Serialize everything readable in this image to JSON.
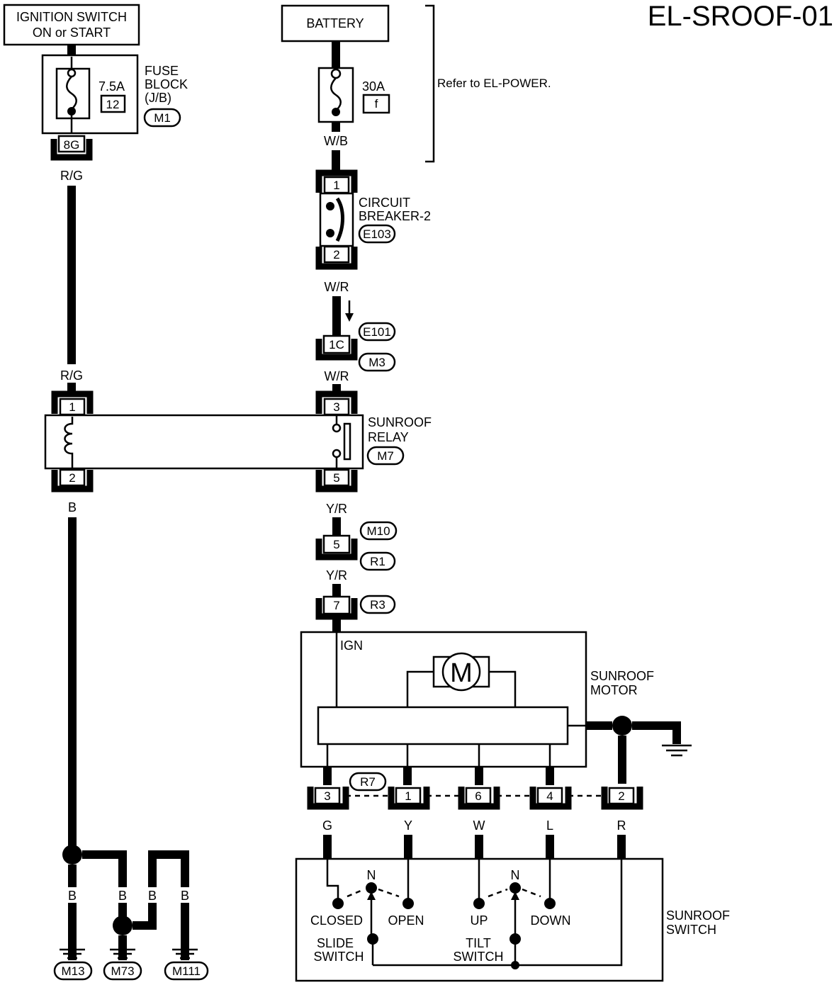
{
  "diagram": {
    "title": "EL-SROOF-01",
    "ignition_switch": [
      "IGNITION SWITCH",
      "ON or START"
    ],
    "battery": "BATTERY",
    "fuse_block": {
      "label": [
        "FUSE",
        "BLOCK",
        "(J/B)"
      ],
      "connector": "M1",
      "fuse_rating": "7.5A",
      "fuse_number": "12",
      "terminal": "8G"
    },
    "battery_fuse": {
      "rating": "30A",
      "id": "f"
    },
    "refer_note": "Refer to EL-POWER.",
    "circuit_breaker": {
      "label": [
        "CIRCUIT",
        "BREAKER-2"
      ],
      "connector": "E103",
      "pin_in": "1",
      "pin_out": "2"
    },
    "wire_colors": {
      "rg_top": "R/G",
      "rg_mid": "R/G",
      "wb": "W/B",
      "wr_top": "W/R",
      "wr_mid": "W/R",
      "b_relay": "B",
      "yr_top": "Y/R",
      "yr_mid": "Y/R",
      "g": "G",
      "y": "Y",
      "w": "W",
      "l": "L",
      "r": "R",
      "b1": "B",
      "b2": "B",
      "b3": "B",
      "b4": "B"
    },
    "connectors": {
      "e101": "E101",
      "m3": "M3",
      "pin_1c": "1C",
      "m10": "M10",
      "r1": "R1",
      "pin_5": "5",
      "r3": "R3",
      "pin_7": "7",
      "r7": "R7"
    },
    "relay": {
      "label": [
        "SUNROOF",
        "RELAY"
      ],
      "connector": "M7",
      "pins": [
        "1",
        "2",
        "3",
        "5"
      ]
    },
    "motor": {
      "label": [
        "SUNROOF",
        "MOTOR"
      ],
      "ign": "IGN",
      "symbol": "M",
      "pins": [
        "3",
        "1",
        "6",
        "4",
        "2"
      ]
    },
    "switch": {
      "label": [
        "SUNROOF",
        "SWITCH"
      ],
      "slide": [
        "SLIDE",
        "SWITCH"
      ],
      "tilt": [
        "TILT",
        "SWITCH"
      ],
      "positions": [
        "CLOSED",
        "OPEN",
        "UP",
        "DOWN"
      ],
      "neutral": [
        "N",
        "N"
      ]
    },
    "grounds": [
      "M13",
      "M73",
      "M111"
    ]
  }
}
